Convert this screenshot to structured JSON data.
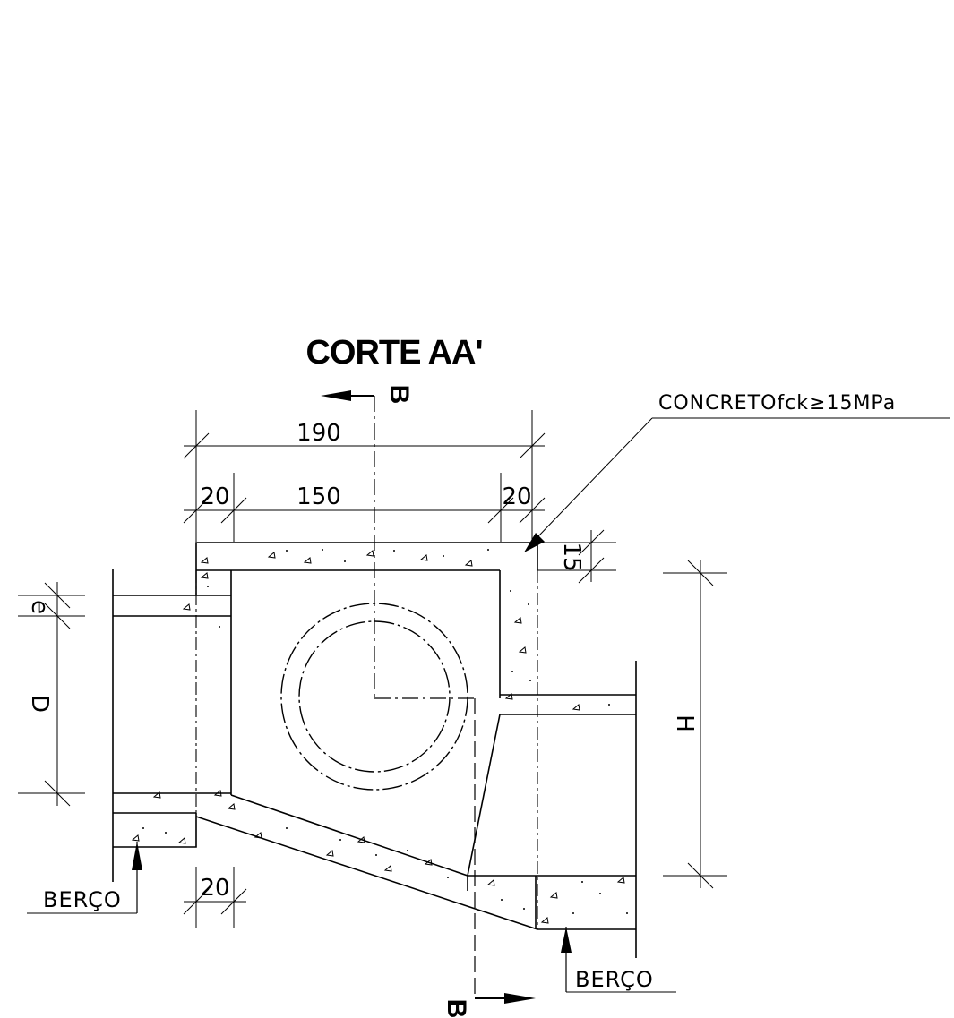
{
  "title": "CORTE AA'",
  "section_mark": "B",
  "note_concrete": "CONCRETOfck≥15MPa",
  "dimensions": {
    "overall_width": "190",
    "wall_left": "20",
    "inner_width": "150",
    "wall_right": "20",
    "slab_thickness": "15",
    "pipe_wall": "e",
    "pipe_diameter": "D",
    "height": "H",
    "bottom_wall": "20"
  },
  "labels": {
    "bed_left": "BERÇO",
    "bed_right": "BERÇO"
  },
  "colors": {
    "ink": "#000000",
    "paper": "#ffffff"
  }
}
